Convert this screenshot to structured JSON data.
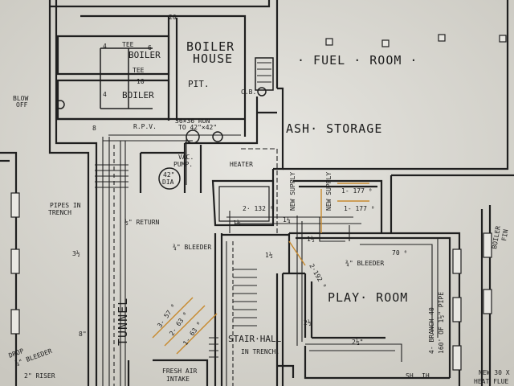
{
  "rooms": {
    "boiler_house": [
      "BOILER",
      "HOUSE"
    ],
    "fuel_room": "· FUEL · ROOM ·",
    "pit": "PIT.",
    "ash_storage": "ASH· STORAGE",
    "tunnel": "TUNNEL",
    "play_room": "PLAY· ROOM",
    "stair_hall": "STAIR·HALL",
    "fresh_air_intake": [
      "FRESH AIR",
      "INTAKE"
    ]
  },
  "equipment": {
    "boiler_top": "BOILER",
    "boiler_bottom": "BOILER",
    "tee_top": "TEE",
    "tee_mid": "TEE",
    "blow_off": [
      "BLOW",
      "OFF"
    ],
    "cb": "C.B.",
    "rpv": "R.P.V.",
    "run": [
      "36×36 RUN",
      "TO 42\"×42\""
    ],
    "vac_pump": [
      "VAC.",
      "PUMP."
    ],
    "heater": "HEATER",
    "stack": [
      "42\"",
      "DIA"
    ]
  },
  "pipe_labels": {
    "pipes_in_trench": [
      "PIPES IN",
      "TRENCH"
    ],
    "return": "½\" RETURN",
    "new_supply_1": "NEW SUPPLY",
    "new_supply_2": "NEW SUPPLY",
    "sq_132": "2· 132 ⁰",
    "sq_177a": "1- 177 ⁰",
    "sq_177b": "1- 177 ⁰",
    "sq_70": "70 ⁰",
    "sq_192": "2·192 ⁰",
    "sq_57": "3- 57 ⁰",
    "sq_63a": "2- 63 ⁰",
    "sq_63b": "1- 63 ⁰",
    "bleeder_1": "¾\" BLEEDER",
    "bleeder_2": "¾\" BLEEDER",
    "branch": [
      "4- BRANCH 40",
      "160' OF 1½\" PIPE"
    ],
    "in_trench": "IN TRENCH.",
    "riser": "2\" RISER",
    "drop_bleeder": [
      "DROP",
      "¾\" BLEEDER"
    ],
    "boiler_fin": [
      "BOILER",
      "FIN"
    ],
    "new_heat_flue": [
      "NEW 30 X",
      "HEAT FLUE"
    ],
    "dim_3_half": "3½",
    "dim_8a": "8",
    "dim_8b": "8\"",
    "dim_20": "20",
    "dim_2_half": "2½",
    "dim_2_half_b": "2½\"",
    "dim_1_half": "1½",
    "dim_1_half_b": "1½",
    "dim_1_quarter": "1¼",
    "dim_4a": "4",
    "dim_4b": "4",
    "dim_6a": "6",
    "dim_10": "10",
    "dim_12": "1½",
    "sh": "SH",
    "ih": "IH"
  }
}
